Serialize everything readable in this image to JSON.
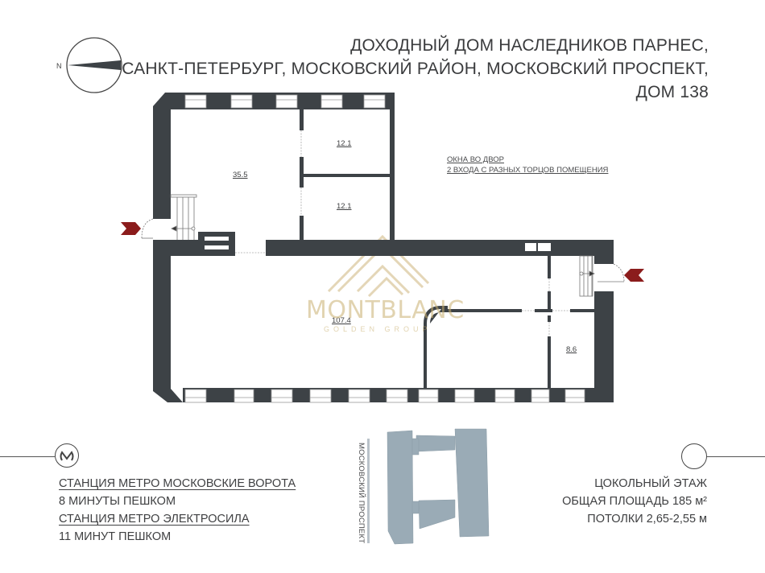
{
  "title": {
    "line1": "ДОХОДНЫЙ ДОМ НАСЛЕДНИКОВ ПАРНЕС,",
    "line2": "САНКТ-ПЕТЕРБУРГ, МОСКОВСКИЙ РАЙОН, МОСКОВСКИЙ ПРОСПЕКТ,",
    "line3": "ДОМ 138"
  },
  "compass": {
    "label": "N",
    "icon": "compass-arrow-icon"
  },
  "notes": {
    "line1": "ОКНА ВО ДВОР",
    "line2": "2 ВХОДА С РАЗНЫХ ТОРЦОВ ПОМЕЩЕНИЯ"
  },
  "rooms": [
    {
      "id": "room-a",
      "area": "35.5"
    },
    {
      "id": "room-b",
      "area": "12.1"
    },
    {
      "id": "room-c",
      "area": "12.1"
    },
    {
      "id": "room-main",
      "area": "107.4"
    },
    {
      "id": "room-d",
      "area": "8.6"
    }
  ],
  "entrances": {
    "count": 2,
    "icon": "entrance-arrow-icon",
    "color": "#8b1c1c"
  },
  "watermark": {
    "brand": "MONTBLANC",
    "subtitle": "GOLDEN GROUP",
    "color": "#c9ae70"
  },
  "metro": {
    "icon": "metro-icon",
    "station1": "СТАНЦИЯ МЕТРО МОСКОВСКИЕ ВОРОТА",
    "time1": "8 МИНУТЫ ПЕШКОМ",
    "station2": "СТАНЦИЯ МЕТРО ЭЛЕКТРОСИЛА",
    "time2": "11 МИНУТ ПЕШКОМ"
  },
  "site_plan": {
    "street": "МОСКОВСКИЙ ПРОСПЕКТ",
    "building_color": "#9aabb6"
  },
  "floor_info": {
    "floor": "ЦОКОЛЬНЫЙ ЭТАЖ",
    "area": "ОБЩАЯ ПЛОЩАДЬ 185 м²",
    "ceilings": "ПОТОЛКИ 2,65-2,55 м"
  },
  "colors": {
    "wall": "#3d4246",
    "text": "#3f4042",
    "accent": "#8b1c1c"
  }
}
